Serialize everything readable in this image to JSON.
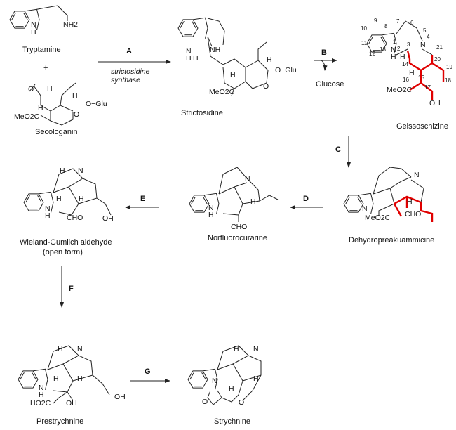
{
  "compounds": {
    "tryptamine": "Tryptamine",
    "plus": "+",
    "secologanin": "Secologanin",
    "strictosidine": "Strictosidine",
    "geissoschizine": "Geissoschizine",
    "dehydropreakuammicine": "Dehydropreakuammicine",
    "norfluorocurarine": "Norfluorocurarine",
    "wieland_line1": "Wieland-Gumlich aldehyde",
    "wieland_line2": "(open form)",
    "prestrychnine": "Prestrychnine",
    "strychnine": "Strychnine"
  },
  "steps": {
    "A": {
      "label": "A",
      "enzyme_line1": "strictosidine",
      "enzyme_line2": "synthase"
    },
    "B": {
      "label": "B",
      "byproduct": "Glucose"
    },
    "C": {
      "label": "C"
    },
    "D": {
      "label": "D"
    },
    "E": {
      "label": "E"
    },
    "F": {
      "label": "F"
    },
    "G": {
      "label": "G"
    }
  },
  "atoms": {
    "NH2": "NH2",
    "N": "N",
    "H": "H",
    "NH": "NH",
    "O": "O",
    "OGlu": "O−Glu",
    "MeO2C": "MeO2C",
    "OH": "OH",
    "CHO": "CHO",
    "HO2C": "HO2C"
  },
  "numbering": [
    "1",
    "2",
    "3",
    "4",
    "5",
    "6",
    "7",
    "8",
    "9",
    "10",
    "11",
    "12",
    "13",
    "14",
    "15",
    "16",
    "17",
    "18",
    "19",
    "20",
    "21"
  ],
  "colors": {
    "highlight": "#e00000",
    "ink": "#222222"
  }
}
